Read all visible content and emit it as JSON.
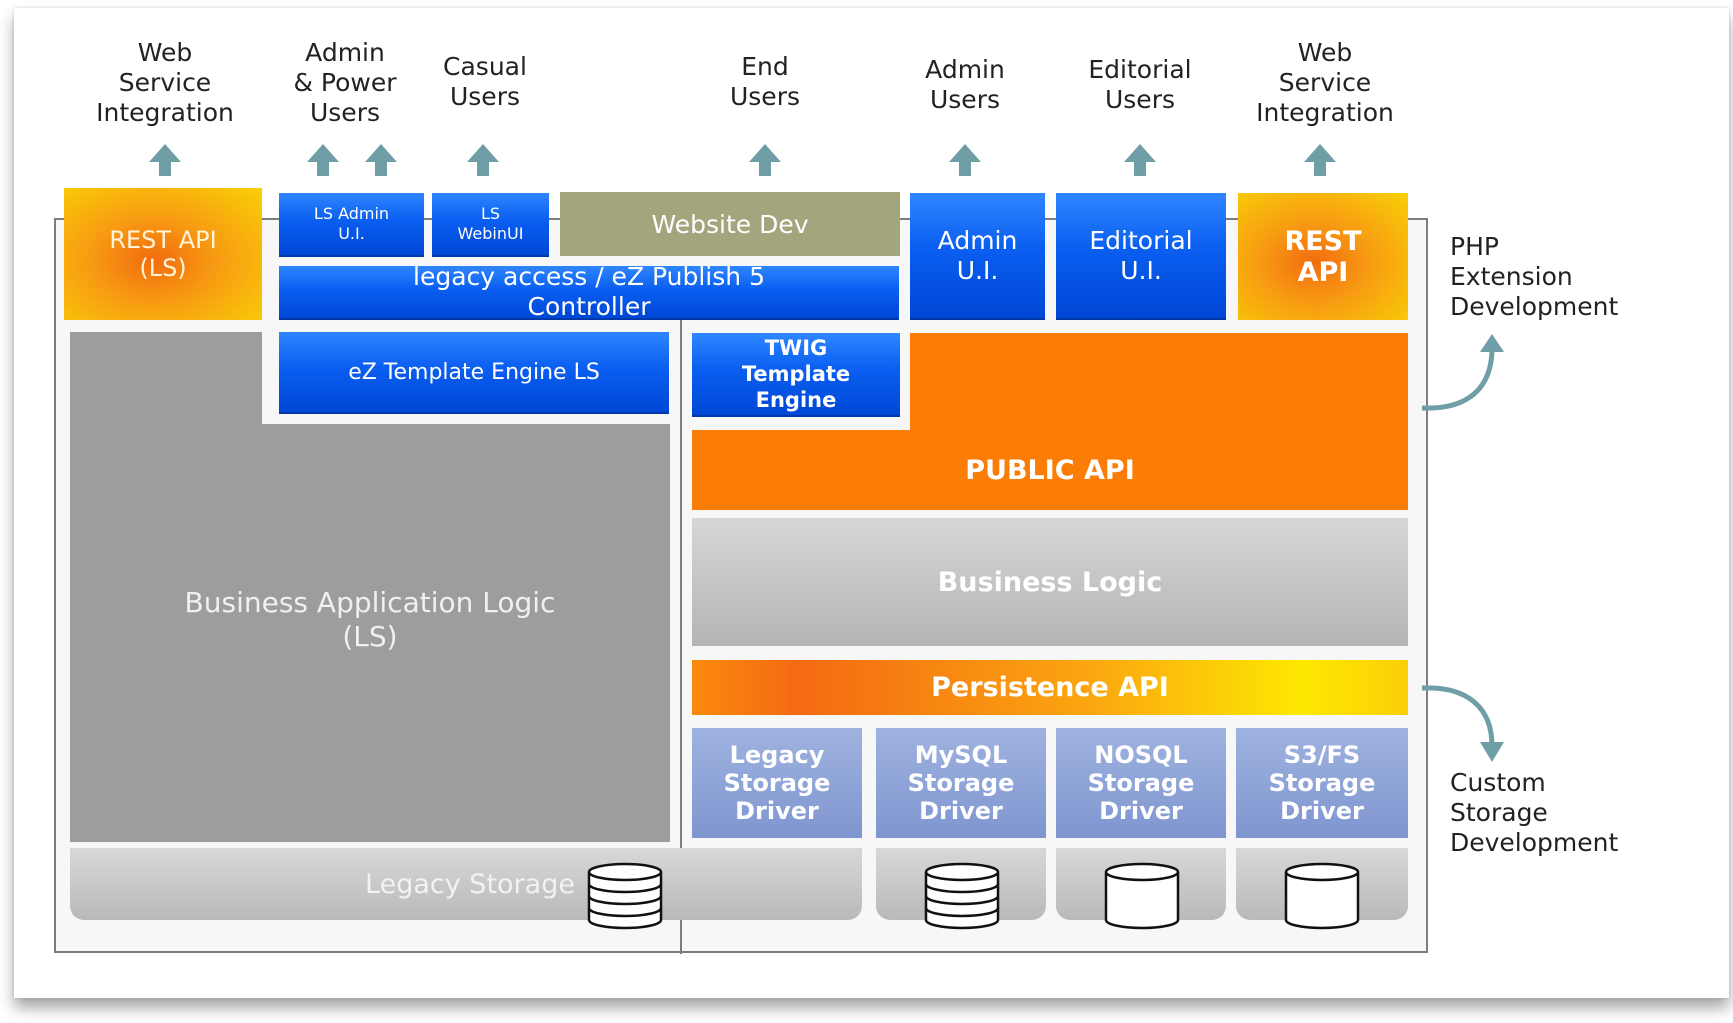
{
  "users": [
    {
      "label": "Web\nService\nIntegration"
    },
    {
      "label": "Admin\n& Power\nUsers"
    },
    {
      "label": "Casual\nUsers"
    },
    {
      "label": "End\nUsers"
    },
    {
      "label": "Admin\nUsers"
    },
    {
      "label": "Editorial\nUsers"
    },
    {
      "label": "Web\nService\nIntegration"
    }
  ],
  "legacy": {
    "rest_api": "REST API\n(LS)",
    "ls_admin_ui": "LS Admin\nU.I.",
    "ls_webinui": "LS\nWebinUI",
    "controller": "legacy access / eZ Publish 5\nController",
    "template_engine": "eZ Template Engine LS",
    "business_app_logic": "Business Application Logic\n(LS)",
    "legacy_storage": "Legacy Storage"
  },
  "new": {
    "website_dev": "Website Dev",
    "admin_ui": "Admin\nU.I.",
    "editorial_ui": "Editorial\nU.I.",
    "rest_api": "REST\nAPI",
    "twig": "TWIG\nTemplate\nEngine",
    "public_api": "PUBLIC API",
    "business_logic": "Business Logic",
    "persistence_api": "Persistence API",
    "drivers": [
      "Legacy\nStorage\nDriver",
      "MySQL\nStorage\nDriver",
      "NOSQL\nStorage\nDriver",
      "S3/FS\nStorage\nDriver"
    ]
  },
  "side": {
    "php_ext": "PHP\nExtension\nDevelopment",
    "custom_storage": "Custom\nStorage\nDevelopment"
  },
  "colors": {
    "arrow": "#6f9ea6",
    "blue": "#0a5ef0",
    "orange": "#fb7d06",
    "grey": "#9d9d9d",
    "olive": "#a4a47d"
  },
  "icons": {
    "up_arrow": "up-arrow-icon",
    "database_stacked": "database-stacked-icon",
    "database_plain": "database-cylinder-icon",
    "curved_arrow": "curved-arrow-icon"
  }
}
